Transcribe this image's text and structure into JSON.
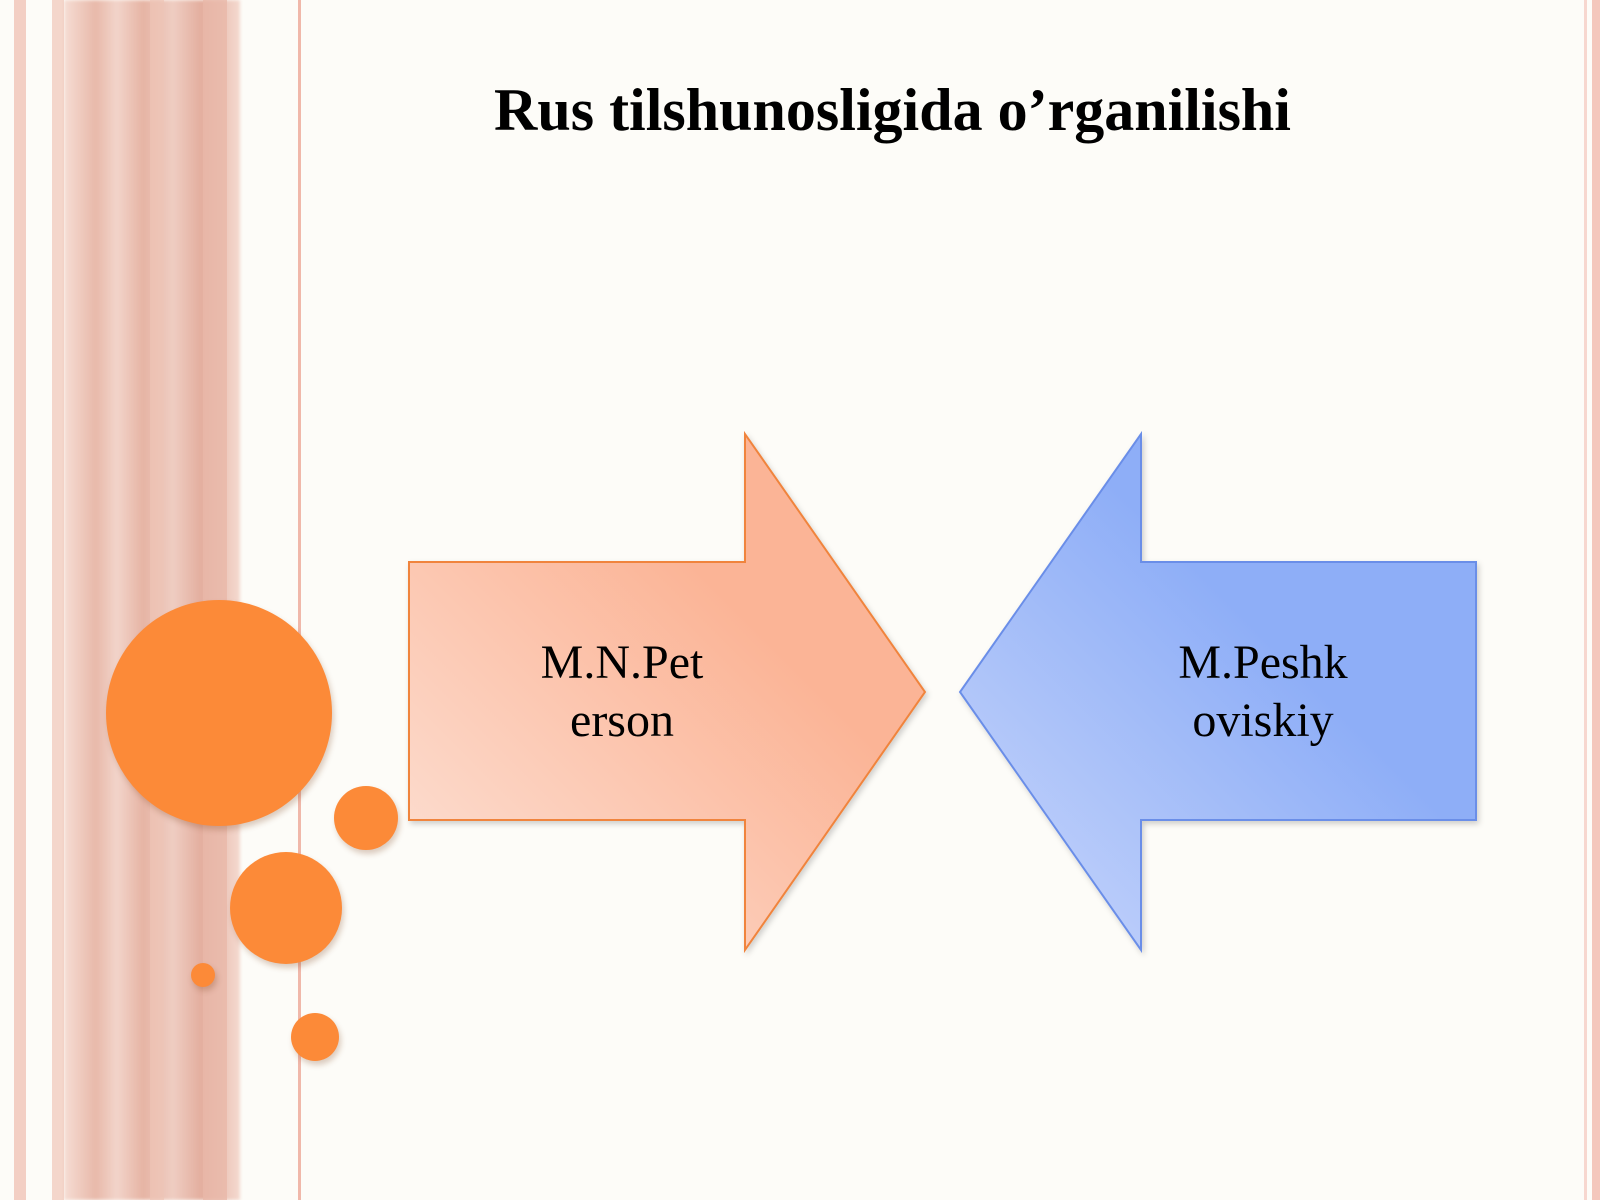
{
  "slide": {
    "title": "Rus tilshunosligida o’rganilishi"
  },
  "diagram": {
    "left_arrow": {
      "label_line1": "M.N.Pet",
      "label_line2": "erson",
      "direction": "right",
      "fill_light": "#fde3d8",
      "fill_dark": "#fbb496",
      "stroke": "#f0843e"
    },
    "right_arrow": {
      "label_line1": "M.Peshk",
      "label_line2": "oviskiy",
      "direction": "left",
      "fill_light": "#cbd8fb",
      "fill_dark": "#8eaef7",
      "stroke": "#6b8ee8"
    }
  },
  "decor": {
    "circle_color": "#fc8a38",
    "stripe_color": "#e8b9aa"
  }
}
